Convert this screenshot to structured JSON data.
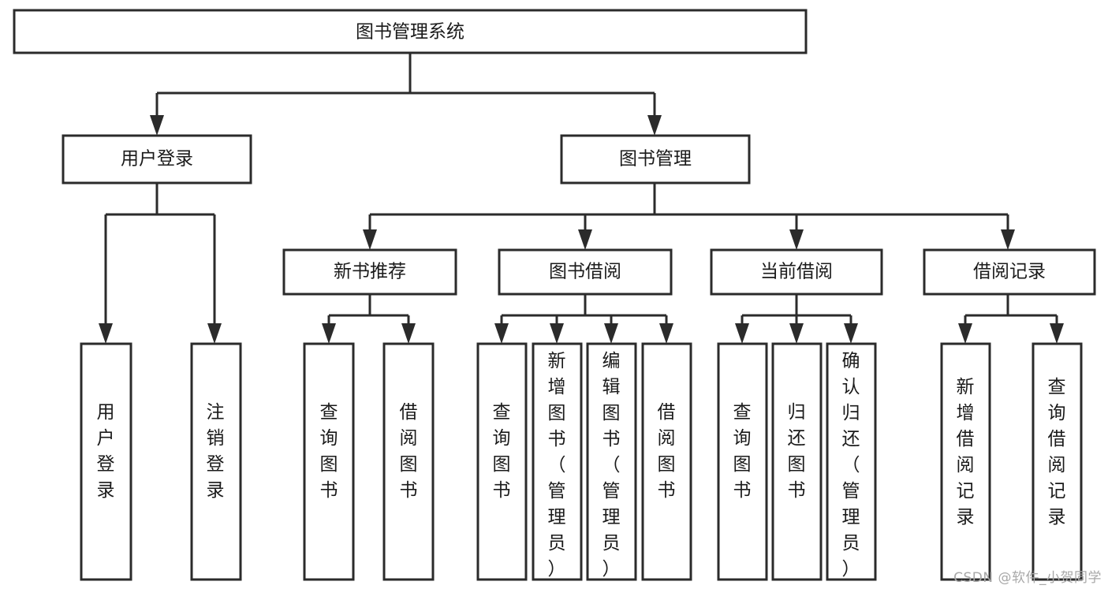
{
  "diagram": {
    "type": "tree-hierarchy",
    "title": "图书管理系统",
    "orientation": "top-down",
    "colors": {
      "stroke": "#2b2b2b",
      "box_fill": "#ffffff",
      "text": "#1a1a1a",
      "background": "#ffffff",
      "watermark": "#a8a8a8"
    },
    "root": {
      "id": "root",
      "label": "图书管理系统"
    },
    "level2": [
      {
        "id": "user-login",
        "label": "用户登录"
      },
      {
        "id": "book-manage",
        "label": "图书管理"
      }
    ],
    "level3": [
      {
        "id": "new-book-rec",
        "label": "新书推荐",
        "parent": "book-manage"
      },
      {
        "id": "book-borrow",
        "label": "图书借阅",
        "parent": "book-manage"
      },
      {
        "id": "current-borrow",
        "label": "当前借阅",
        "parent": "book-manage"
      },
      {
        "id": "borrow-record",
        "label": "借阅记录",
        "parent": "book-manage"
      }
    ],
    "leaves": [
      {
        "id": "leaf-user-login",
        "label": "用户登录",
        "parent": "user-login"
      },
      {
        "id": "leaf-logout",
        "label": "注销登录",
        "parent": "user-login"
      },
      {
        "id": "leaf-query-book-1",
        "label": "查询图书",
        "parent": "new-book-rec"
      },
      {
        "id": "leaf-borrow-book-1",
        "label": "借阅图书",
        "parent": "new-book-rec"
      },
      {
        "id": "leaf-query-book-2",
        "label": "查询图书",
        "parent": "book-borrow"
      },
      {
        "id": "leaf-add-book",
        "label": "新增图书（管理员）",
        "parent": "book-borrow"
      },
      {
        "id": "leaf-edit-book",
        "label": "编辑图书（管理员）",
        "parent": "book-borrow"
      },
      {
        "id": "leaf-borrow-book-2",
        "label": "借阅图书",
        "parent": "book-borrow"
      },
      {
        "id": "leaf-query-book-3",
        "label": "查询图书",
        "parent": "current-borrow"
      },
      {
        "id": "leaf-return-book",
        "label": "归还图书",
        "parent": "current-borrow"
      },
      {
        "id": "leaf-confirm-return",
        "label": "确认归还（管理员）",
        "parent": "current-borrow"
      },
      {
        "id": "leaf-add-record",
        "label": "新增借阅记录",
        "parent": "borrow-record"
      },
      {
        "id": "leaf-query-record",
        "label": "查询借阅记录",
        "parent": "borrow-record"
      }
    ]
  },
  "watermark": {
    "text": "CSDN @软件_小贺同学"
  }
}
